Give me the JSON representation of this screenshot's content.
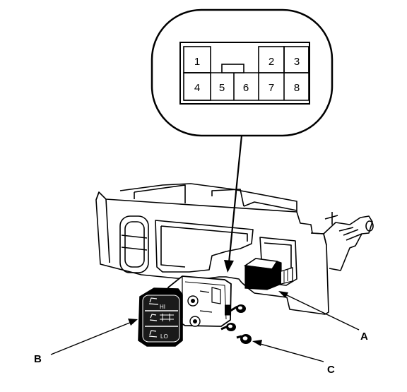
{
  "connector": {
    "pins": [
      {
        "label": "1"
      },
      {
        "label": "2"
      },
      {
        "label": "3"
      },
      {
        "label": "4"
      },
      {
        "label": "5"
      },
      {
        "label": "6"
      },
      {
        "label": "7"
      },
      {
        "label": "8"
      }
    ]
  },
  "callouts": {
    "a": "A",
    "b": "B",
    "c": "C"
  },
  "switch_panel": {
    "hi": "HI",
    "lo": "LO"
  }
}
